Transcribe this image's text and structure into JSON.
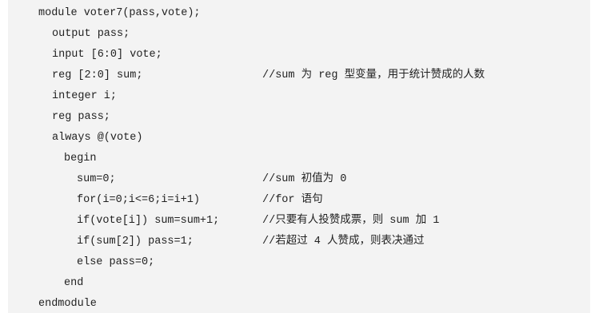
{
  "code": {
    "lines": [
      {
        "text": "module voter7(pass,vote);",
        "comment": ""
      },
      {
        "text": "output pass;",
        "comment": ""
      },
      {
        "text": "input [6:0] vote;",
        "comment": ""
      },
      {
        "text": "reg [2:0] sum;",
        "comment": "//sum 为 reg 型变量，用于统计赞成的人数"
      },
      {
        "text": "integer i;",
        "comment": ""
      },
      {
        "text": "reg pass;",
        "comment": ""
      },
      {
        "text": "always @(vote)",
        "comment": ""
      },
      {
        "text": "begin",
        "comment": ""
      },
      {
        "text": "sum=0;",
        "comment": "//sum 初值为 0"
      },
      {
        "text": "for(i=0;i<=6;i=i+1)",
        "comment": "//for 语句"
      },
      {
        "text": "if(vote[i]) sum=sum+1;",
        "comment": "//只要有人投赞成票，则 sum 加 1"
      },
      {
        "text": "if(sum[2]) pass=1;",
        "comment": "//若超过 4 人赞成，则表决通过"
      },
      {
        "text": "else pass=0;",
        "comment": ""
      },
      {
        "text": "end",
        "comment": ""
      },
      {
        "text": "endmodule",
        "comment": ""
      }
    ]
  }
}
